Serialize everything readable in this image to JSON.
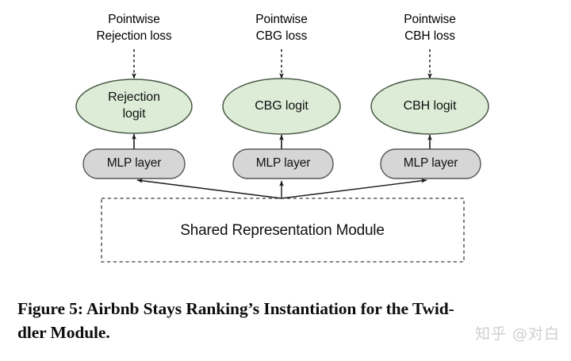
{
  "figure": {
    "title_caption_line1": "Figure 5: Airbnb Stays Ranking’s Instantiation for the Twid-",
    "title_caption_line2": "dler Module.",
    "colors": {
      "logit_fill": "#dcecd6",
      "logit_stroke": "#4a5a48",
      "mlp_fill": "#d6d6d6",
      "mlp_stroke": "#555555",
      "arrow": "#1a1a1a",
      "module_stroke": "#3a3a3a",
      "background": "#ffffff",
      "watermark": "#cfcfcf"
    },
    "columns": [
      {
        "id": "rejection",
        "loss_label_line1": "Pointwise",
        "loss_label_line2": "Rejection loss",
        "logit_line1": "Rejection",
        "logit_line2": "logit",
        "mlp_label": "MLP layer"
      },
      {
        "id": "cbg",
        "loss_label_line1": "Pointwise",
        "loss_label_line2": "CBG loss",
        "logit_line1": "CBG logit",
        "logit_line2": "",
        "mlp_label": "MLP layer"
      },
      {
        "id": "cbh",
        "loss_label_line1": "Pointwise",
        "loss_label_line2": "CBH loss",
        "logit_line1": "CBH logit",
        "logit_line2": "",
        "mlp_label": "MLP layer"
      }
    ],
    "shared_module_label": "Shared Representation Module",
    "watermark_text": "知乎 @对白"
  }
}
